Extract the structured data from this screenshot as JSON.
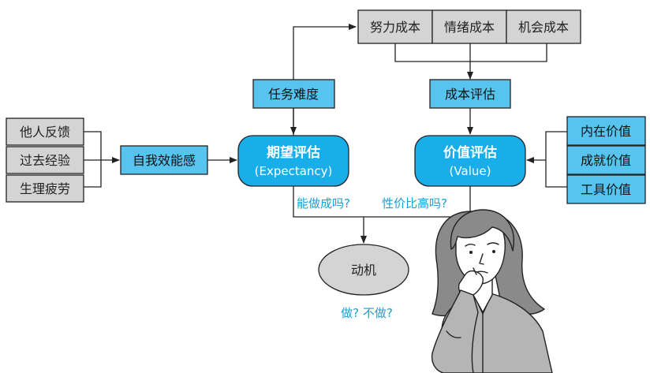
{
  "inputs_left": [
    "他人反馈",
    "过去经验",
    "生理疲劳"
  ],
  "self_efficacy": "自我效能感",
  "task_difficulty": "任务难度",
  "costs_top": [
    "努力成本",
    "情绪成本",
    "机会成本"
  ],
  "cost_eval": "成本评估",
  "expectancy": {
    "title": "期望评估",
    "subtitle": "(Expectancy)"
  },
  "value": {
    "title": "价值评估",
    "subtitle": "(Value)"
  },
  "values_right": [
    "内在价值",
    "成就价值",
    "工具价值"
  ],
  "question_left": "能做成吗?",
  "question_right": "性价比高吗?",
  "motivation": "动机",
  "decision": "做? 不做?",
  "colors": {
    "gray_box": "#d4d4d4",
    "blue_box": "#57c4ef",
    "blue_pill": "#17aee9",
    "question_text": "#17a0d8",
    "ellipse": "#d4d4d4"
  }
}
